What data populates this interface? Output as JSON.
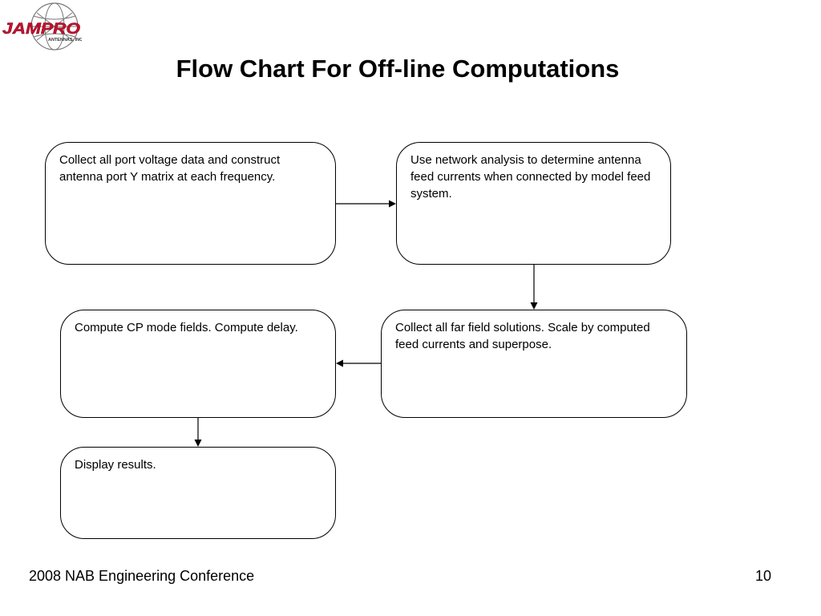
{
  "logo": {
    "brand": "JAMPRO",
    "subtext": "ANTENNAS, INC.",
    "icon": "globe-icon",
    "brand_color": "#c8102e"
  },
  "title": "Flow Chart For Off-line Computations",
  "steps": [
    "Collect all port voltage data and construct antenna port Y matrix at each frequency.",
    "Use network analysis to determine antenna feed currents when connected by model feed system.",
    "Collect all far field solutions.  Scale by computed feed currents and superpose.",
    "Compute CP mode fields. Compute delay.",
    "Display results."
  ],
  "footer": {
    "conference": "2008 NAB Engineering Conference",
    "page_number": "10"
  }
}
